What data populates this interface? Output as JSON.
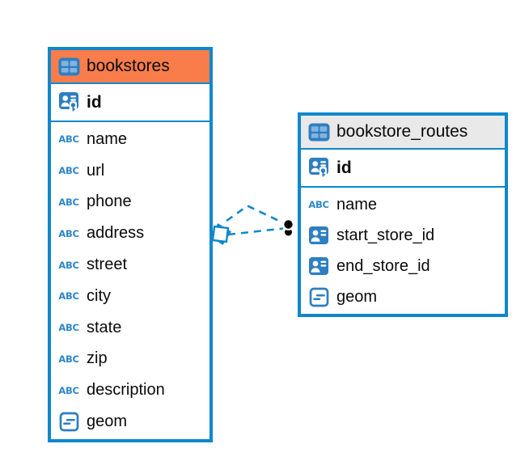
{
  "page": {
    "kind": "database-er-diagram",
    "background": "#ffffff"
  },
  "colors": {
    "accent_blue": "#0e88cb",
    "icon_blue": "#2e7ec2",
    "icon_cell_blue": "#83b3dd",
    "abc_blue": "#2e86c8",
    "orange_header": "#f87d4b",
    "gray_header": "#e9e9e9",
    "text": "#0a0a0a",
    "relation_dot": "#000000"
  },
  "diagram": {
    "tables": [
      {
        "title": "bookstores",
        "title_icon": "table-icon",
        "header_color": "#f87d4b",
        "primary_key": {
          "name": "id",
          "icon": "primary-key-icon"
        },
        "columns": [
          {
            "name": "name",
            "icon": "text-type-icon"
          },
          {
            "name": "url",
            "icon": "text-type-icon"
          },
          {
            "name": "phone",
            "icon": "text-type-icon"
          },
          {
            "name": "address",
            "icon": "text-type-icon"
          },
          {
            "name": "street",
            "icon": "text-type-icon"
          },
          {
            "name": "city",
            "icon": "text-type-icon"
          },
          {
            "name": "state",
            "icon": "text-type-icon"
          },
          {
            "name": "zip",
            "icon": "text-type-icon"
          },
          {
            "name": "description",
            "icon": "text-type-icon"
          },
          {
            "name": "geom",
            "icon": "struct-type-icon"
          }
        ]
      },
      {
        "title": "bookstore_routes",
        "title_icon": "table-icon",
        "header_color": "#e9e9e9",
        "primary_key": {
          "name": "id",
          "icon": "primary-key-icon"
        },
        "columns": [
          {
            "name": "name",
            "icon": "text-type-icon"
          },
          {
            "name": "start_store_id",
            "icon": "reference-type-icon"
          },
          {
            "name": "end_store_id",
            "icon": "reference-type-icon"
          },
          {
            "name": "geom",
            "icon": "struct-type-icon"
          }
        ]
      }
    ],
    "relations": [
      {
        "from_table": "bookstores",
        "to_table": "bookstore_routes",
        "line_style": "dashed"
      },
      {
        "from_table": "bookstores",
        "to_table": "bookstore_routes",
        "line_style": "dashed"
      }
    ]
  }
}
